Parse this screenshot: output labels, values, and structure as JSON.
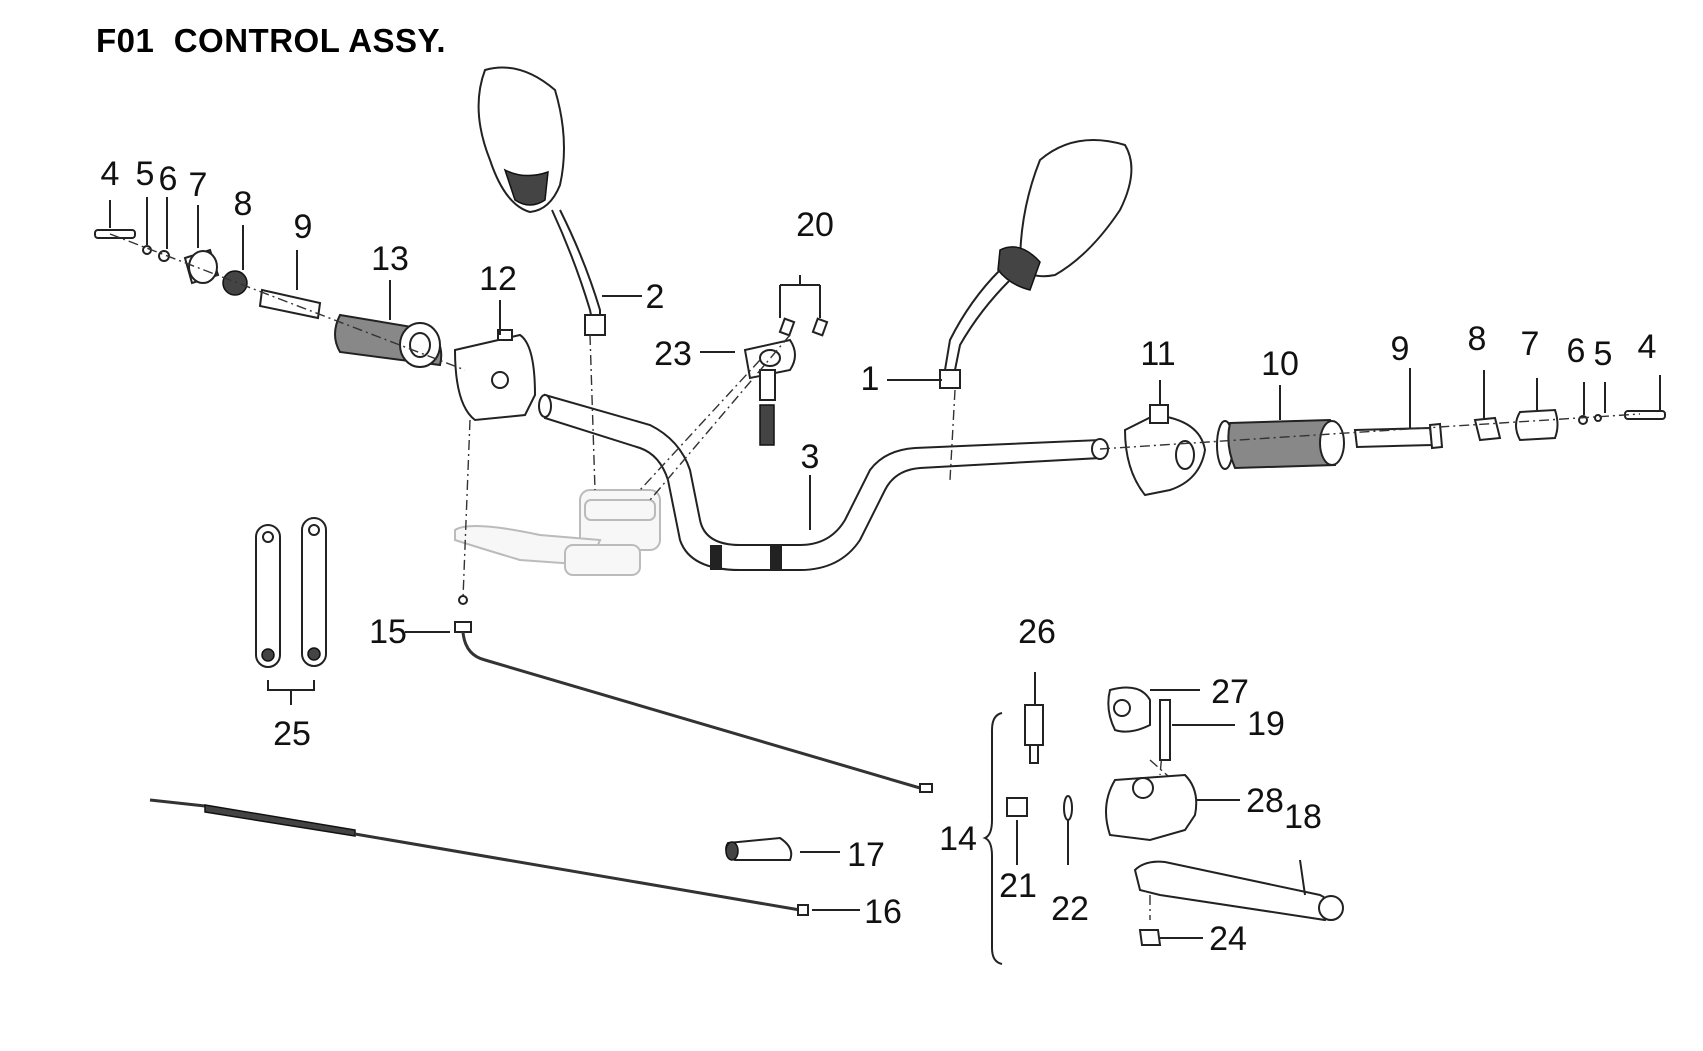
{
  "title": "F01  CONTROL ASSY.",
  "callouts": [
    "1",
    "2",
    "3",
    "4",
    "5",
    "6",
    "7",
    "8",
    "9",
    "10",
    "11",
    "12",
    "13",
    "14",
    "15",
    "16",
    "17",
    "18",
    "19",
    "20",
    "21",
    "22",
    "23",
    "24",
    "25",
    "26",
    "27",
    "28"
  ],
  "parts": [
    "left-mirror",
    "right-mirror",
    "handlebar",
    "master-cylinder",
    "left-switch",
    "right-switch",
    "left-grip",
    "right-grip",
    "grip-sleeve",
    "bar-end-weight",
    "bar-end-collar",
    "washer",
    "bolt",
    "throttle-cable",
    "clutch-cable",
    "cable-boot",
    "clamp-strap",
    "lever-bracket",
    "clutch-lever",
    "ignition-switch"
  ]
}
